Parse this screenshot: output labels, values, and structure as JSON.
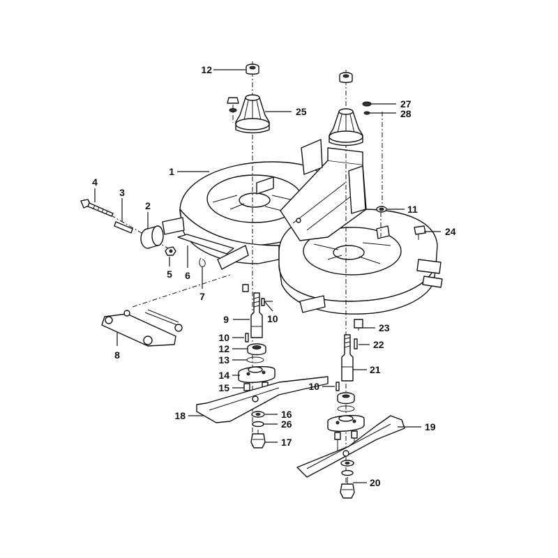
{
  "diagram": {
    "callouts": [
      {
        "id": "c12a",
        "text": "12"
      },
      {
        "id": "c25",
        "text": "25"
      },
      {
        "id": "c27",
        "text": "27"
      },
      {
        "id": "c28",
        "text": "28"
      },
      {
        "id": "c1",
        "text": "1"
      },
      {
        "id": "c4",
        "text": "4"
      },
      {
        "id": "c3",
        "text": "3"
      },
      {
        "id": "c2",
        "text": "2"
      },
      {
        "id": "c11",
        "text": "11"
      },
      {
        "id": "c24",
        "text": "24"
      },
      {
        "id": "c5",
        "text": "5"
      },
      {
        "id": "c6",
        "text": "6"
      },
      {
        "id": "c7",
        "text": "7"
      },
      {
        "id": "c9",
        "text": "9"
      },
      {
        "id": "c10a",
        "text": "10"
      },
      {
        "id": "c23",
        "text": "23"
      },
      {
        "id": "c10b",
        "text": "10"
      },
      {
        "id": "c22",
        "text": "22"
      },
      {
        "id": "c12b",
        "text": "12"
      },
      {
        "id": "c8",
        "text": "8"
      },
      {
        "id": "c13",
        "text": "13"
      },
      {
        "id": "c21",
        "text": "21"
      },
      {
        "id": "c14",
        "text": "14"
      },
      {
        "id": "c15",
        "text": "15"
      },
      {
        "id": "c10c",
        "text": "10"
      },
      {
        "id": "c18",
        "text": "18"
      },
      {
        "id": "c16",
        "text": "16"
      },
      {
        "id": "c26",
        "text": "26"
      },
      {
        "id": "c19",
        "text": "19"
      },
      {
        "id": "c17",
        "text": "17"
      },
      {
        "id": "c20",
        "text": "20"
      }
    ]
  }
}
